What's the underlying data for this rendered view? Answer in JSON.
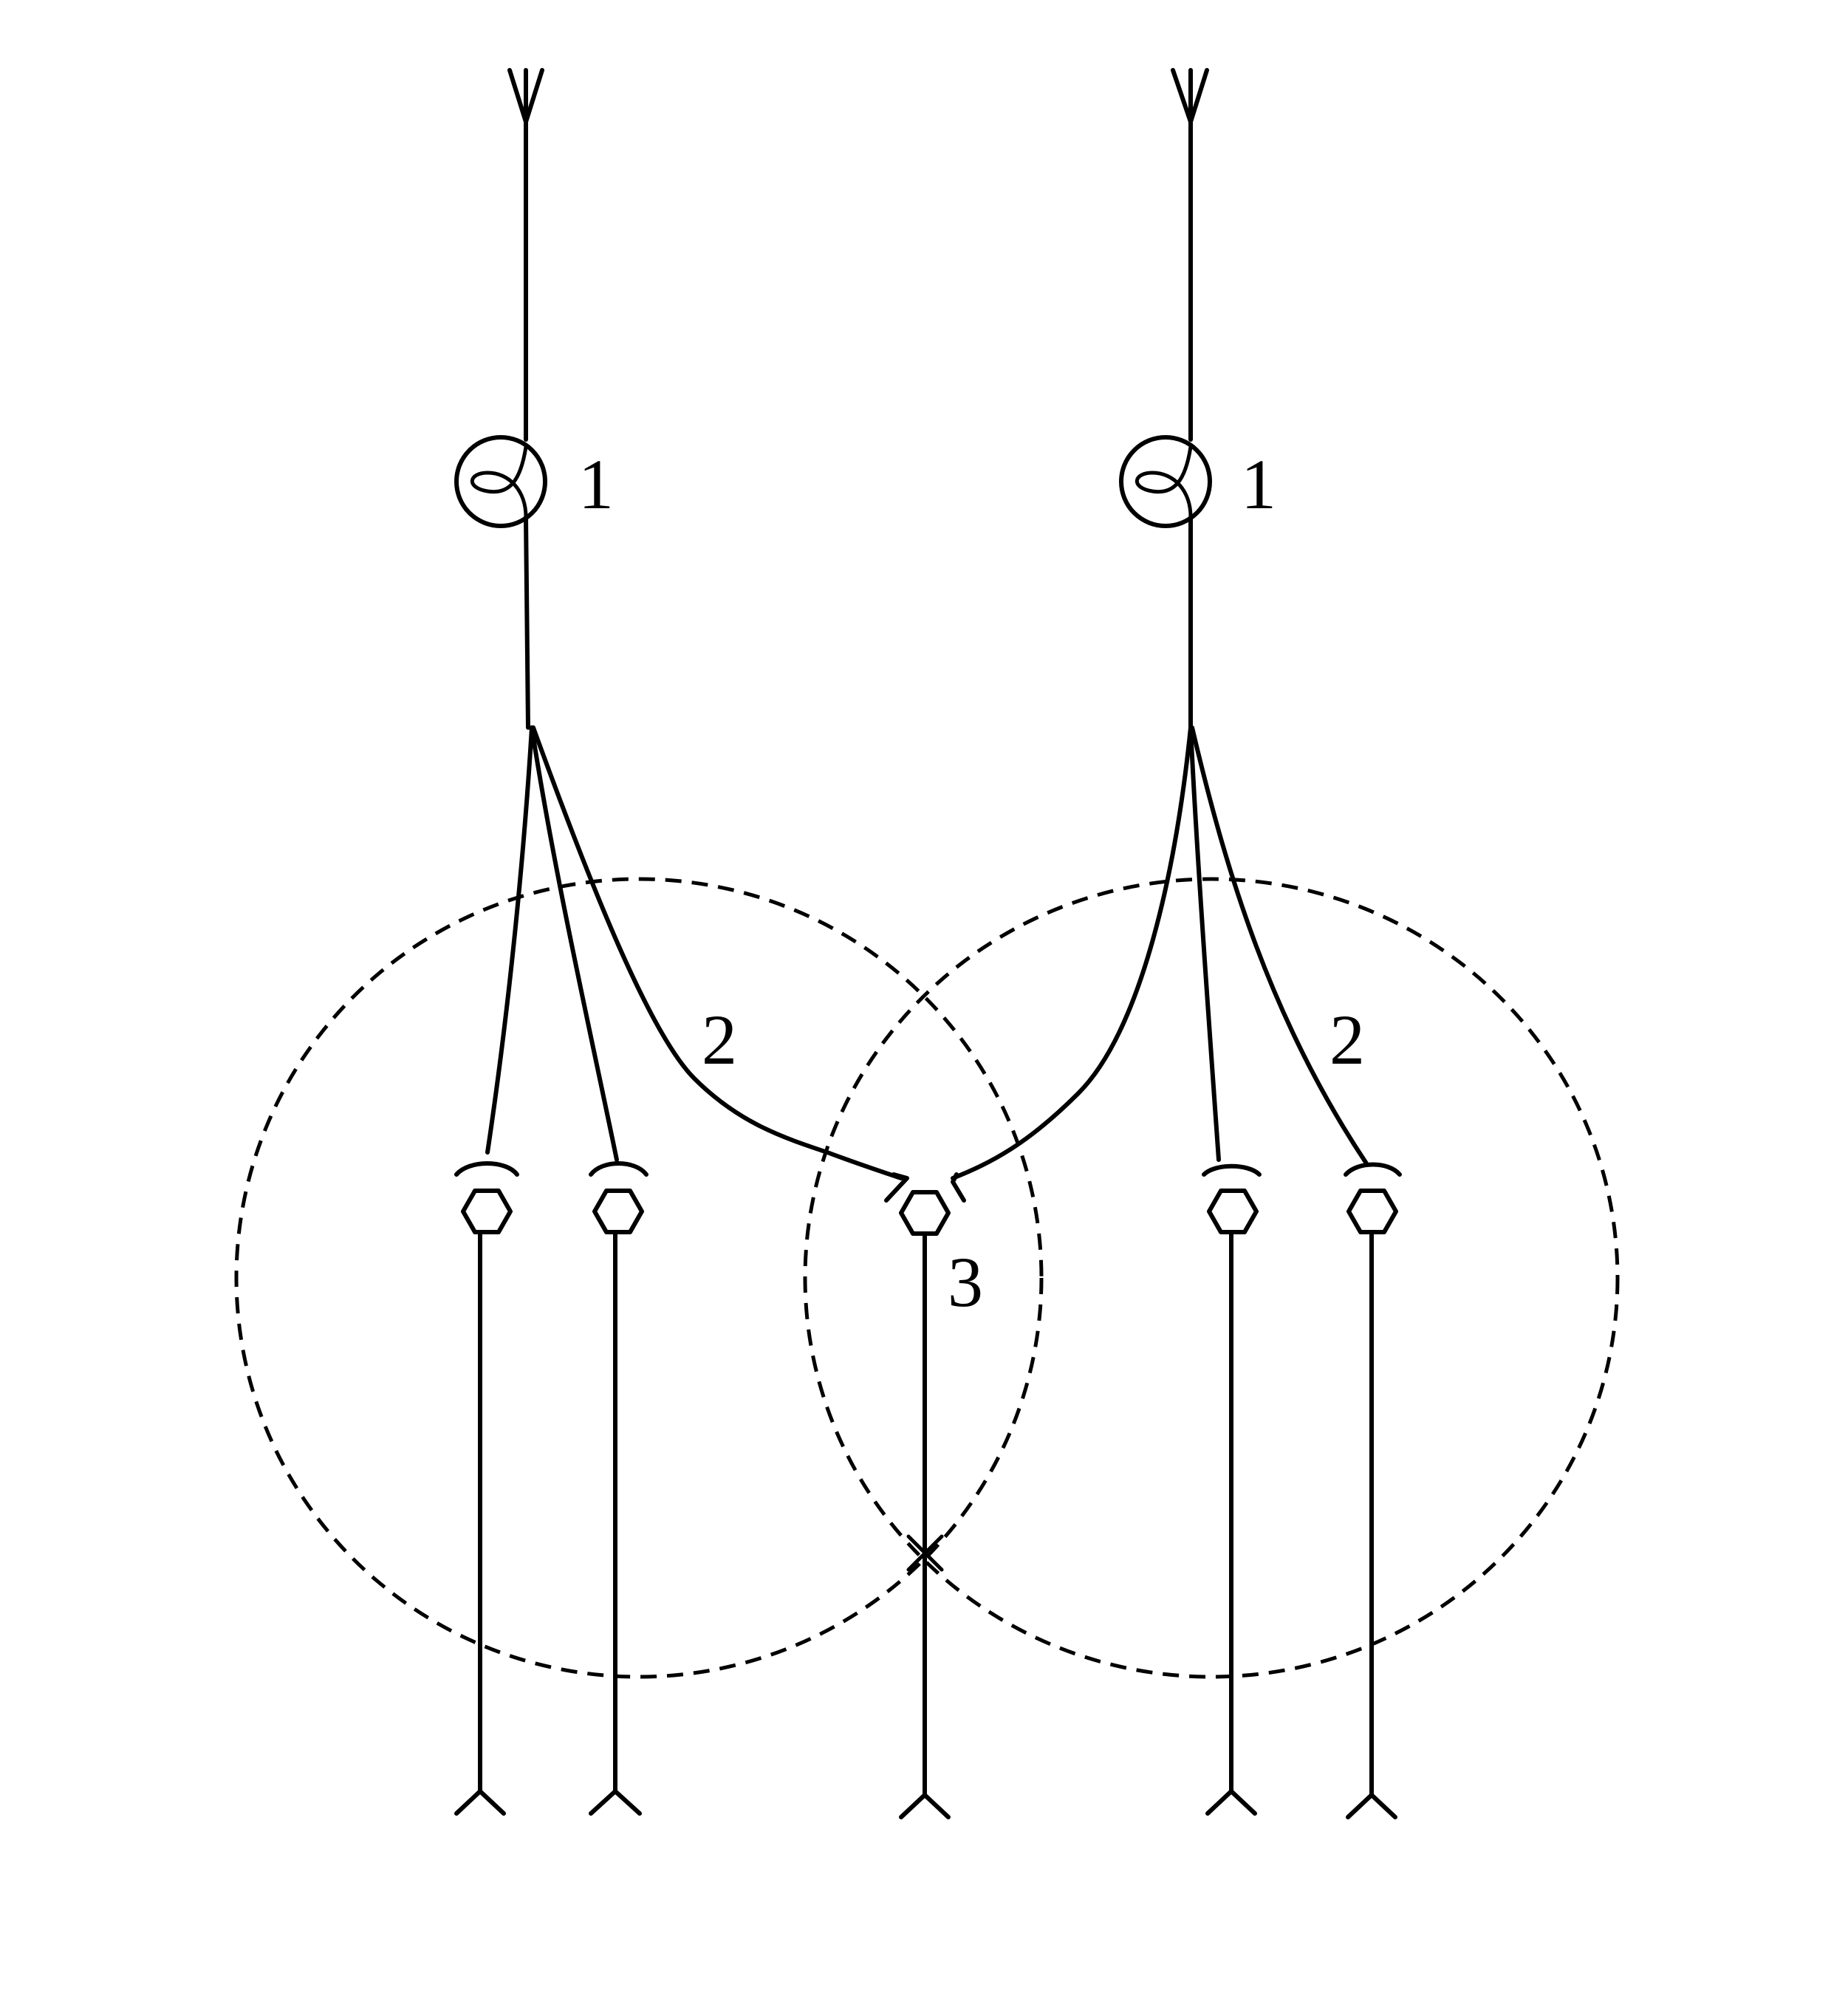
{
  "figure": {
    "labels": {
      "left_node": "1",
      "right_node": "1",
      "left_branch": "2",
      "right_branch": "2",
      "center_cell": "3"
    }
  },
  "colors": {
    "ink": "#000000",
    "background": "#ffffff"
  }
}
